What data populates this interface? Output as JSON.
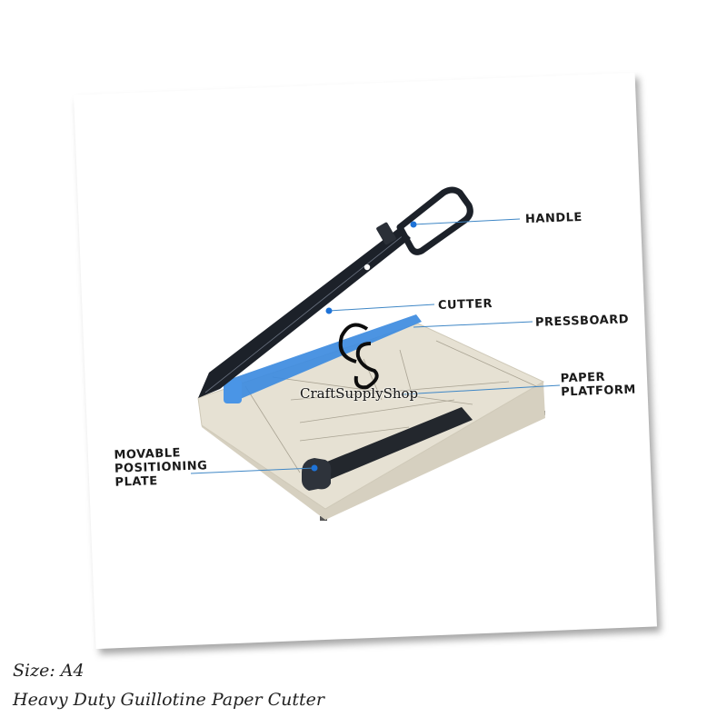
{
  "product": {
    "size_caption": "Size: A4",
    "title_caption": "Heavy Duty Guillotine Paper Cutter"
  },
  "watermark": {
    "monogram": "CS",
    "brand_text": "CraftSupplyShop"
  },
  "callouts": [
    {
      "id": "handle",
      "label": "HANDLE"
    },
    {
      "id": "cutter",
      "label": "CUTTER"
    },
    {
      "id": "pressboard",
      "label": "PRESSBOARD"
    },
    {
      "id": "paper-platform",
      "label": "PAPER\nPLATFORM"
    },
    {
      "id": "movable-positioning-plate",
      "label": "MOVABLE\nPOSITIONING\nPLATE"
    }
  ],
  "colors": {
    "base": "#e4dfd1",
    "blade": "#1c2129",
    "pressboard": "#3d8be0",
    "leader_line": "#3f87c6",
    "leader_dot": "#1e73d8"
  }
}
